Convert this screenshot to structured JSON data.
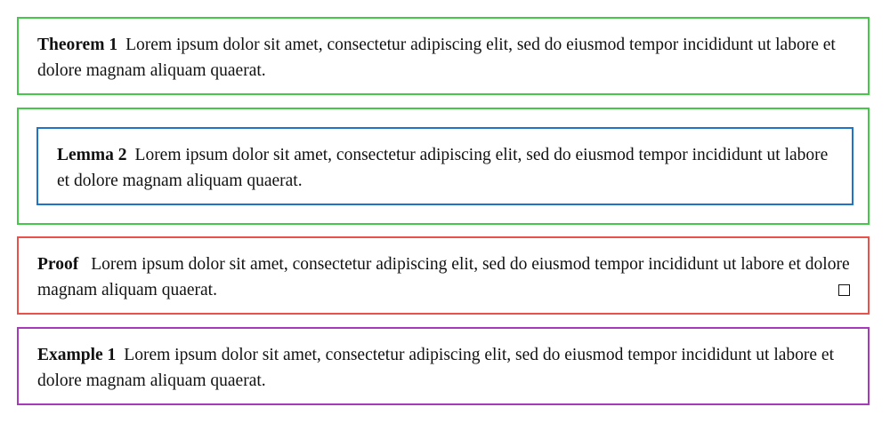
{
  "colors": {
    "theorem_border": "#45c84a",
    "lemma_outer_border": "#45c84a",
    "lemma_inner_border": "#1f74c6",
    "proof_border": "#e8524a",
    "example_border": "#a63ab8",
    "text": "#111111"
  },
  "blocks": {
    "theorem": {
      "heading": "Theorem 1",
      "body": "Lorem ipsum dolor sit amet, consectetur adipiscing elit, sed do eiusmod tempor incididunt ut labore et dolore magnam aliquam quaerat."
    },
    "lemma": {
      "heading": "Lemma 2",
      "body": "Lorem ipsum dolor sit amet, consectetur adipiscing elit, sed do eiusmod tempor incididunt ut labore et dolore magnam aliquam quaerat."
    },
    "proof": {
      "heading": "Proof",
      "body": "Lorem ipsum dolor sit amet, consectetur adipiscing elit, sed do eiusmod tempor incididunt ut labore et dolore magnam aliquam quaerat.",
      "end_icon": "qed-square-icon"
    },
    "example": {
      "heading": "Example 1",
      "body": "Lorem ipsum dolor sit amet, consectetur adipiscing elit, sed do eiusmod tempor incididunt ut labore et dolore magnam aliquam quaerat."
    }
  }
}
